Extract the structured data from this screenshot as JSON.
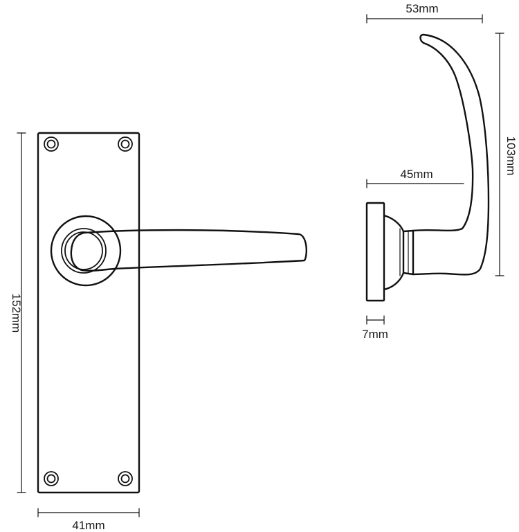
{
  "dimensions": {
    "backplate_height": "152mm",
    "backplate_width": "41mm",
    "side_width": "53mm",
    "side_height": "103mm",
    "side_projection": "45mm",
    "rose_depth": "7mm"
  }
}
